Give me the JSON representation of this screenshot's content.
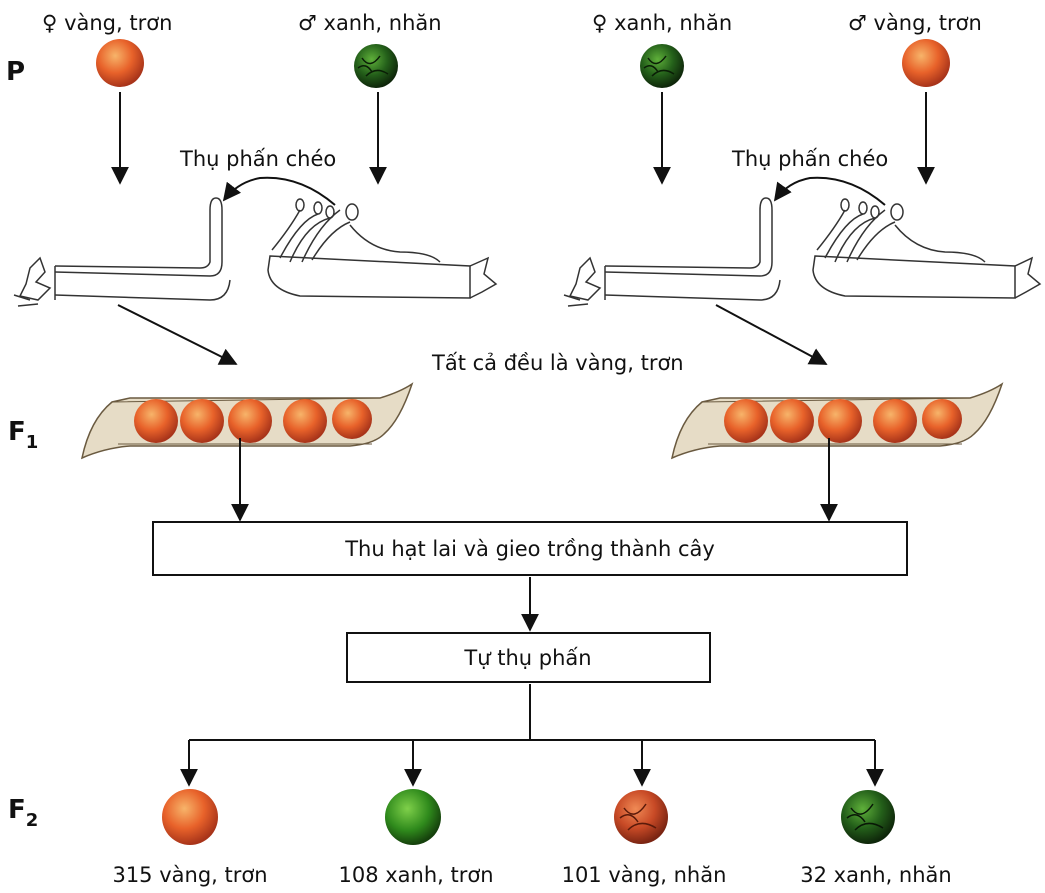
{
  "generations": {
    "p": "P",
    "f1": "F",
    "f1_sub": "1",
    "f2": "F",
    "f2_sub": "2"
  },
  "cross_left": {
    "female_symbol": "♀",
    "female_label": "vàng, trơn",
    "male_symbol": "♂",
    "male_label": "xanh, nhăn",
    "pollination": "Thụ phấn chéo"
  },
  "cross_right": {
    "female_symbol": "♀",
    "female_label": "xanh, nhăn",
    "male_symbol": "♂",
    "male_label": "vàng, trơn",
    "pollination": "Thụ phấn chéo"
  },
  "f1_result": "Tất cả đều là vàng, trơn",
  "box_collect": "Thu hạt lai và gieo trồng thành cây",
  "box_self": "Tự thụ phấn",
  "f2_results": [
    {
      "label": "315 vàng, trơn"
    },
    {
      "label": "108 xanh, trơn"
    },
    {
      "label": "101 vàng, nhăn"
    },
    {
      "label": "32 xanh, nhăn"
    }
  ],
  "colors": {
    "yellow_seed": "#e8622a",
    "yellow_seed_light": "#f4a25a",
    "green_seed": "#3a8a22",
    "green_seed_dark": "#1c3a10",
    "pod": "#c8b89a"
  }
}
